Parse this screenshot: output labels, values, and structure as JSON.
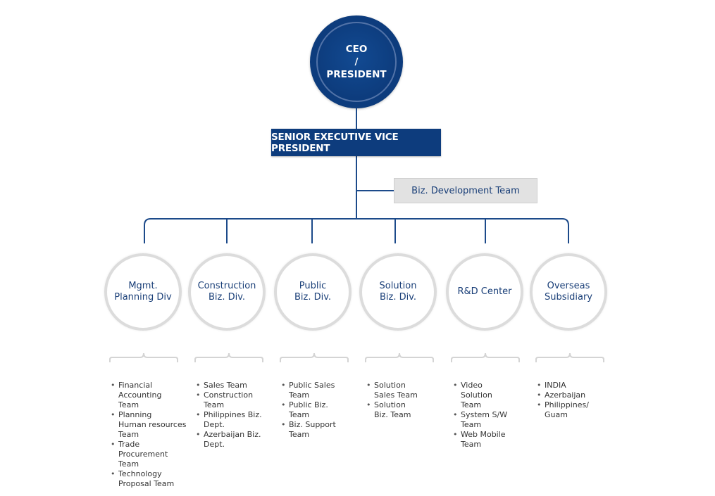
{
  "ceo": {
    "line1": "CEO",
    "line2": "/",
    "line3": "PRESIDENT"
  },
  "evp": {
    "label": "SENIOR EXECUTIVE VICE PRESIDENT"
  },
  "bizdev": {
    "label": "Biz. Development Team"
  },
  "divisions": [
    {
      "line1": "Mgmt.",
      "line2": "Planning Div",
      "teams": [
        "Financial\nAccounting\nTeam",
        "Planning\nHuman resources\nTeam",
        "Trade\nProcurement\nTeam",
        "Technology\nProposal Team"
      ]
    },
    {
      "line1": "Construction",
      "line2": "Biz. Div.",
      "teams": [
        "Sales Team",
        "Construction\nTeam",
        "Philippines  Biz.\nDept.",
        "Azerbaijan Biz.\nDept."
      ]
    },
    {
      "line1": "Public",
      "line2": "Biz. Div.",
      "teams": [
        "Public Sales\nTeam",
        "Public Biz.\nTeam",
        "Biz. Support\nTeam"
      ]
    },
    {
      "line1": "Solution",
      "line2": "Biz. Div.",
      "teams": [
        "Solution\nSales Team",
        "Solution\nBiz. Team"
      ]
    },
    {
      "line1": "R&D Center",
      "line2": "",
      "teams": [
        "Video\nSolution\nTeam",
        "System S/W\nTeam",
        "Web Mobile\nTeam"
      ]
    },
    {
      "line1": "Overseas",
      "line2": "Subsidiary",
      "teams": [
        "INDIA",
        "Azerbaijan",
        "Philippines/\nGuam"
      ]
    }
  ],
  "colors": {
    "primary": "#0d3c7d",
    "circle_border": "#dcdcdc",
    "bizdev_bg": "#e2e2e2"
  }
}
